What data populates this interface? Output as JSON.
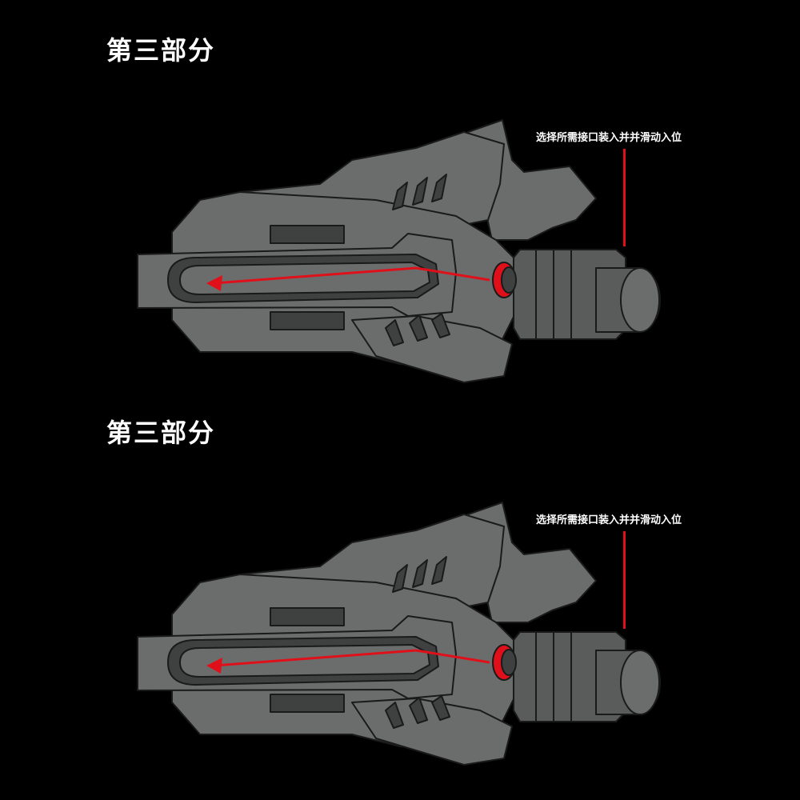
{
  "panels": [
    {
      "title": "第三部分",
      "callout": "选择所需接口装入并并滑动入位"
    },
    {
      "title": "第三部分",
      "callout": "选择所需接口装入并并滑动入位"
    }
  ],
  "colors": {
    "background": "#000000",
    "body_gray": "#6b6d6d",
    "dark_gray": "#3f4141",
    "outline": "#1a1a1a",
    "accent_red": "#e0101a",
    "connector_gray": "#5a5c5c"
  },
  "icons": {
    "arrow": "slide-direction-arrow-icon",
    "ring": "red-ring-icon"
  }
}
